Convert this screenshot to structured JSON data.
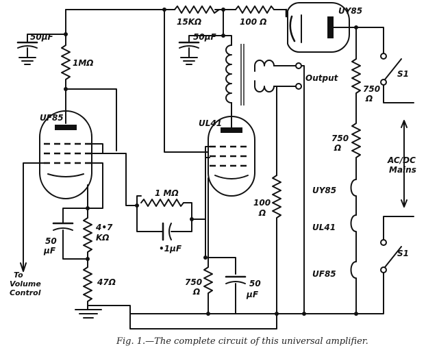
{
  "valves": {
    "uf85": "UF85",
    "ul41": "UL41",
    "uy85": "UY85"
  },
  "resistors": {
    "r_15k": "15KΩ",
    "r_100_top": "100 Ω",
    "r_1m_anode": "1MΩ",
    "r_1m_feedback": "1 MΩ",
    "r_750_a_value": "750",
    "r_750_a_unit": "Ω",
    "r_750_b_value": "750",
    "r_750_b_unit": "Ω",
    "r_100_output_value": "100",
    "r_100_output_unit": "Ω",
    "r_4k7_value": "4•7",
    "r_4k7_unit": "KΩ",
    "r_47": "47Ω",
    "r_750_cathode_value": "750",
    "r_750_cathode_unit": "Ω"
  },
  "capacitors": {
    "c_50_topleft": "50μF",
    "c_50_smooth": "50μF",
    "c_01": "•1μF",
    "c_50_left_value": "50",
    "c_50_left_unit": "μF",
    "c_50_cathode_value": "50",
    "c_50_cathode_unit": "μF"
  },
  "heaters": {
    "h1": "UY85",
    "h2": "UL41",
    "h3": "UF85"
  },
  "labels": {
    "output": "Output",
    "switch_top": "S1",
    "switch_bottom": "S1",
    "mains_line1": "AC/DC",
    "mains_line2": "Mains",
    "volume_line1": "To",
    "volume_line2": "Volume",
    "volume_line3": "Control"
  },
  "caption": "Fig. 1.—The complete circuit of this universal amplifier."
}
